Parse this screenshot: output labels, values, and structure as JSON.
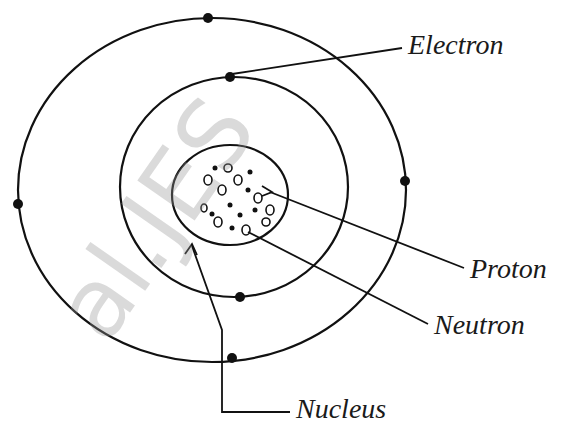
{
  "diagram": {
    "labels": [
      "Electron",
      "Proton",
      "Neutron",
      "Nucleus",
      "al.JES"
    ]
  }
}
